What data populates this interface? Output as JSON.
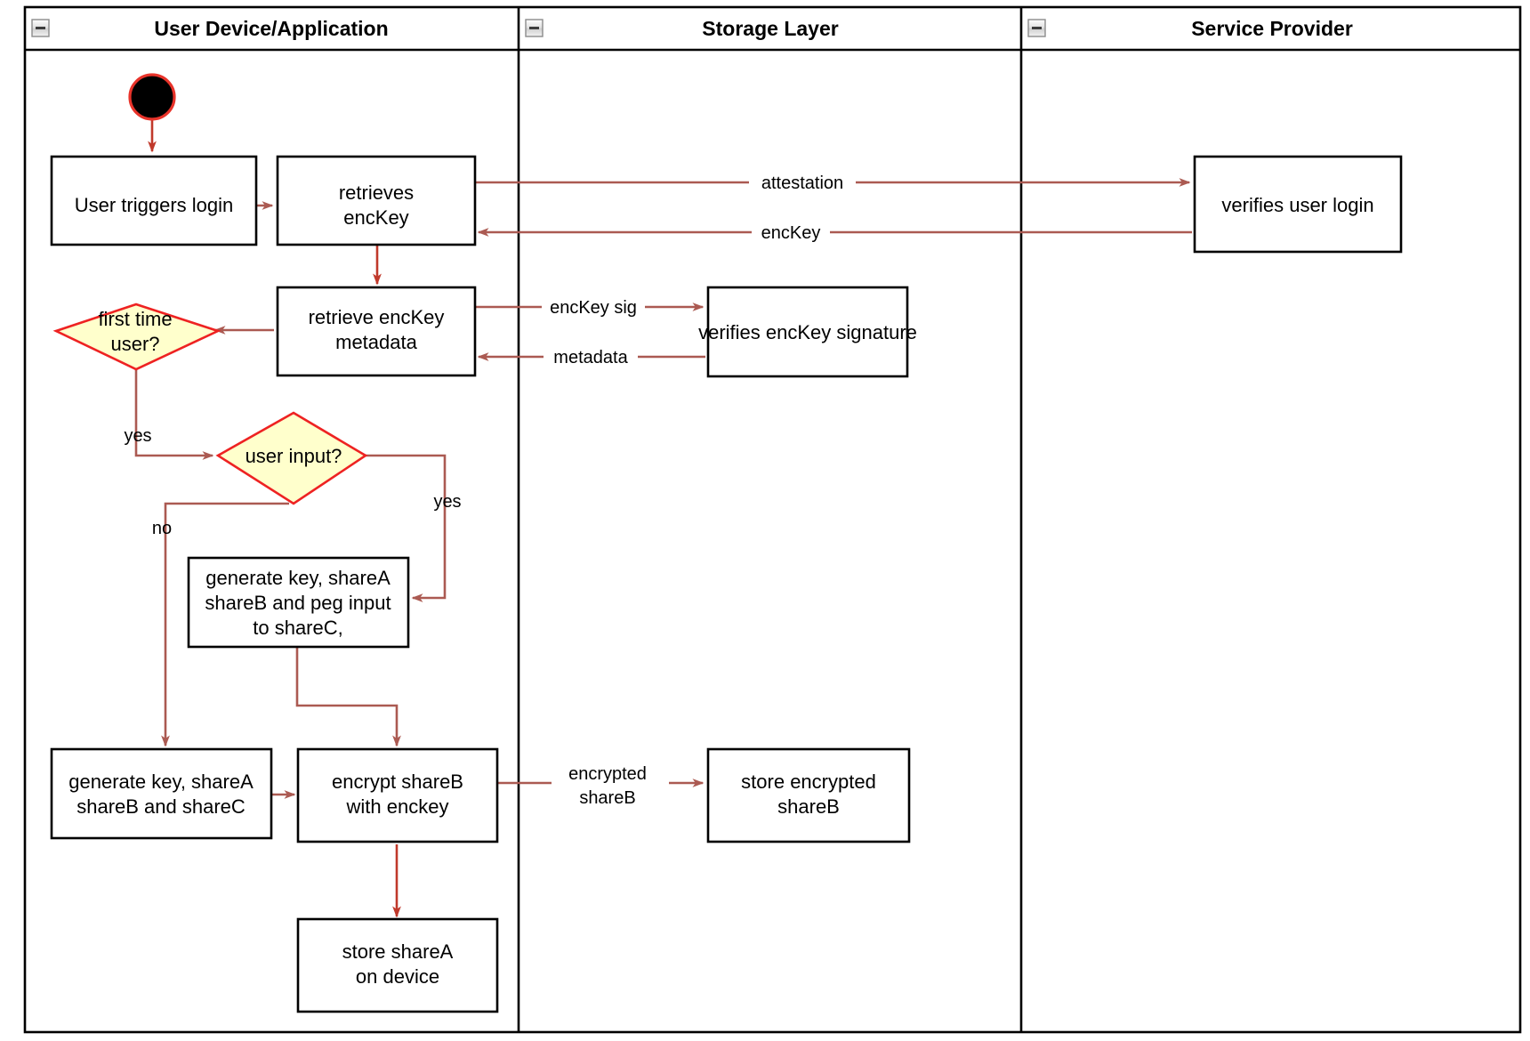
{
  "diagram": {
    "title": "Login / key-share provisioning activity diagram",
    "type": "uml-activity-swimlane",
    "colors": {
      "flow_arrow": "#ab5a52",
      "flow_arrow_red": "#c0392b",
      "decision_fill": "#ffffcc",
      "decision_stroke": "#ee2222",
      "node_fill": "#ffffff",
      "node_stroke": "#000000",
      "start_node_fill": "#000000",
      "start_node_stroke": "#e8332a",
      "frame_stroke": "#000000"
    },
    "lanes": [
      {
        "id": "user-device",
        "label": "User Device/Application",
        "collapse_icon": "minus-box-icon"
      },
      {
        "id": "storage-layer",
        "label": "Storage Layer",
        "collapse_icon": "minus-box-icon"
      },
      {
        "id": "service-provider",
        "label": "Service Provider",
        "collapse_icon": "minus-box-icon"
      }
    ],
    "nodes": [
      {
        "id": "start",
        "lane": "user-device",
        "kind": "initial-node",
        "label": ""
      },
      {
        "id": "user-triggers-login",
        "lane": "user-device",
        "kind": "action",
        "lines": [
          "User triggers login"
        ]
      },
      {
        "id": "retrieves-enckey",
        "lane": "user-device",
        "kind": "action",
        "lines": [
          "retrieves",
          "encKey"
        ]
      },
      {
        "id": "retrieve-enckey-metadata",
        "lane": "user-device",
        "kind": "action",
        "lines": [
          "retrieve encKey",
          "metadata"
        ]
      },
      {
        "id": "first-time-user",
        "lane": "user-device",
        "kind": "decision",
        "lines": [
          "first time",
          "user?"
        ]
      },
      {
        "id": "user-input",
        "lane": "user-device",
        "kind": "decision",
        "lines": [
          "user input?"
        ]
      },
      {
        "id": "generate-peg",
        "lane": "user-device",
        "kind": "action",
        "lines": [
          "generate key, shareA",
          "shareB and peg input",
          "to shareC,"
        ]
      },
      {
        "id": "generate-shares",
        "lane": "user-device",
        "kind": "action",
        "lines": [
          "generate key, shareA",
          "shareB and shareC"
        ]
      },
      {
        "id": "encrypt-shareb",
        "lane": "user-device",
        "kind": "action",
        "lines": [
          "encrypt shareB",
          "with enckey"
        ]
      },
      {
        "id": "store-sharea",
        "lane": "user-device",
        "kind": "action",
        "lines": [
          "store shareA",
          "on device"
        ]
      },
      {
        "id": "verifies-enckey-signature",
        "lane": "storage-layer",
        "kind": "action",
        "lines": [
          "verifies encKey signature"
        ]
      },
      {
        "id": "store-encrypted-shareb",
        "lane": "storage-layer",
        "kind": "action",
        "lines": [
          "store encrypted",
          "shareB"
        ]
      },
      {
        "id": "verifies-user-login",
        "lane": "service-provider",
        "kind": "action",
        "lines": [
          "verifies user login"
        ]
      }
    ],
    "edges": [
      {
        "id": "e-start",
        "from": "start",
        "to": "user-triggers-login",
        "label": ""
      },
      {
        "id": "e-login-retrieve",
        "from": "user-triggers-login",
        "to": "retrieves-enckey",
        "label": ""
      },
      {
        "id": "e-attestation",
        "from": "retrieves-enckey",
        "to": "verifies-user-login",
        "label": "attestation"
      },
      {
        "id": "e-enckey",
        "from": "verifies-user-login",
        "to": "retrieves-enckey",
        "label": "encKey"
      },
      {
        "id": "e-retrieve-meta",
        "from": "retrieves-enckey",
        "to": "retrieve-enckey-metadata",
        "label": ""
      },
      {
        "id": "e-enckey-sig",
        "from": "retrieve-enckey-metadata",
        "to": "verifies-enckey-signature",
        "label": "encKey sig"
      },
      {
        "id": "e-metadata",
        "from": "verifies-enckey-signature",
        "to": "retrieve-enckey-metadata",
        "label": "metadata"
      },
      {
        "id": "e-meta-first",
        "from": "retrieve-enckey-metadata",
        "to": "first-time-user",
        "label": ""
      },
      {
        "id": "e-yes-first",
        "from": "first-time-user",
        "to": "user-input",
        "label": "yes"
      },
      {
        "id": "e-yes-input",
        "from": "user-input",
        "to": "generate-peg",
        "label": "yes"
      },
      {
        "id": "e-no-input",
        "from": "user-input",
        "to": "generate-shares",
        "label": "no"
      },
      {
        "id": "e-peg-encrypt",
        "from": "generate-peg",
        "to": "encrypt-shareb",
        "label": ""
      },
      {
        "id": "e-shares-encrypt",
        "from": "generate-shares",
        "to": "encrypt-shareb",
        "label": ""
      },
      {
        "id": "e-encrypted-shareb",
        "from": "encrypt-shareb",
        "to": "store-encrypted-shareb",
        "label": "encrypted shareB",
        "label_lines": [
          "encrypted",
          "shareB"
        ]
      },
      {
        "id": "e-store-sharea",
        "from": "encrypt-shareb",
        "to": "store-sharea",
        "label": ""
      }
    ],
    "edge_labels": {
      "attestation": "attestation",
      "enckey": "encKey",
      "enckey_sig": "encKey sig",
      "metadata": "metadata",
      "yes_first": "yes",
      "yes_input": "yes",
      "no_input": "no",
      "encrypted_1": "encrypted",
      "encrypted_2": "shareB"
    },
    "node_labels": {
      "user_triggers_login": "User triggers login",
      "retrieves_1": "retrieves",
      "retrieves_2": "encKey",
      "retrieve_meta_1": "retrieve encKey",
      "retrieve_meta_2": "metadata",
      "first_time_1": "first time",
      "first_time_2": "user?",
      "user_input": "user input?",
      "generate_peg_1": "generate key, shareA",
      "generate_peg_2": "shareB and peg input",
      "generate_peg_3": "to shareC,",
      "generate_shares_1": "generate key, shareA",
      "generate_shares_2": "shareB and shareC",
      "encrypt_1": "encrypt shareB",
      "encrypt_2": "with enckey",
      "store_sharea_1": "store shareA",
      "store_sharea_2": "on device",
      "verifies_sig": "verifies encKey signature",
      "store_enc_1": "store encrypted",
      "store_enc_2": "shareB",
      "verifies_login": "verifies user login"
    }
  }
}
